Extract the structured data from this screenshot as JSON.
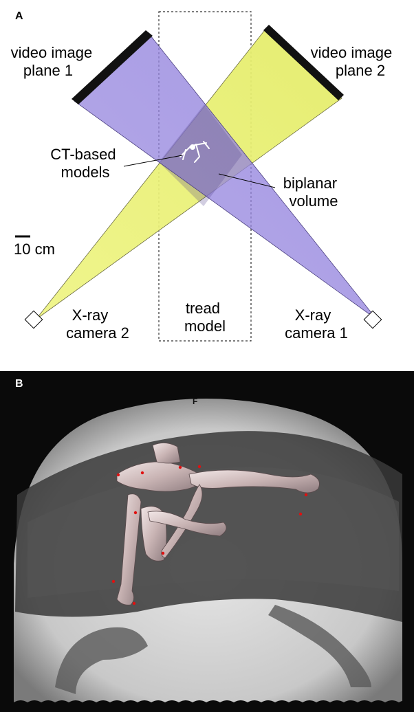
{
  "panel_a": {
    "letter": "A",
    "labels": {
      "video_plane_1": [
        "video image",
        "plane 1"
      ],
      "video_plane_2": [
        "video image",
        "plane 2"
      ],
      "ct_models": [
        "CT-based",
        "models"
      ],
      "biplanar_volume": [
        "biplanar",
        "volume"
      ],
      "scale_bar": "10 cm",
      "xray_camera_2": [
        "X-ray",
        "camera 2"
      ],
      "tread_model": [
        "tread",
        "model"
      ],
      "xray_camera_1": [
        "X-ray",
        "camera 1"
      ]
    },
    "colors": {
      "camera1_beam": "#8f7fdc",
      "camera2_beam": "#e8f07a",
      "detector": "#111111"
    }
  },
  "panel_b": {
    "letter": "B",
    "xray_marker": "F",
    "colors": {
      "background": "#0a0a0a",
      "field": "#d8d8d8",
      "bone": "#c9b8b8",
      "markers": "#e01010"
    }
  }
}
